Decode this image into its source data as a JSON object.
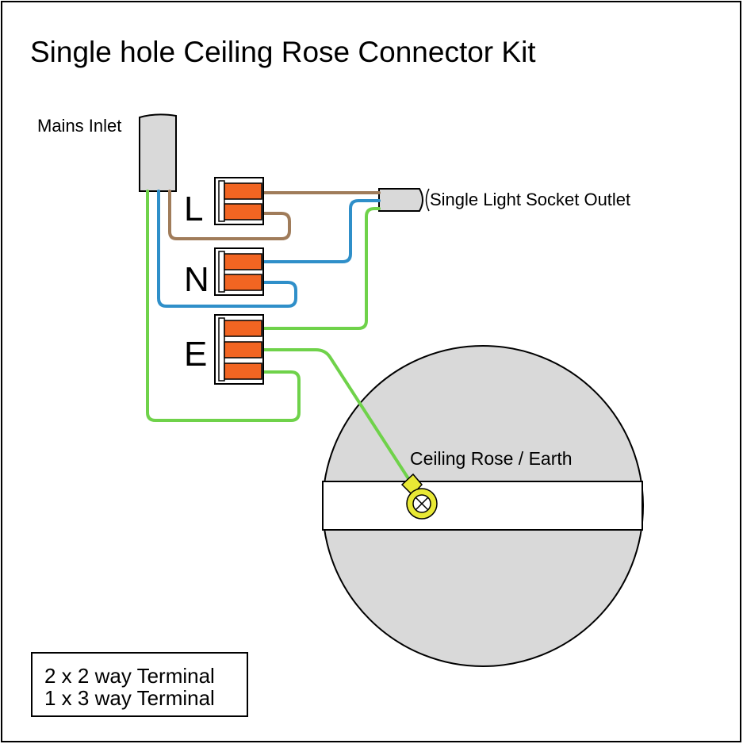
{
  "title": "Single hole Ceiling Rose Connector Kit",
  "labels": {
    "mains_inlet": "Mains Inlet",
    "light_socket_outlet": "Single Light Socket Outlet",
    "ceiling_rose_earth": "Ceiling Rose / Earth",
    "live": "L",
    "neutral": "N",
    "earth": "E"
  },
  "legend": {
    "line1": "2 x 2 way Terminal",
    "line2": "1 x 3 way Terminal"
  },
  "colors": {
    "live_wire": "#a07c5a",
    "neutral_wire": "#2f8fc9",
    "earth_wire": "#6fd24a",
    "terminal_lever": "#f26522",
    "rose_body": "#d9d9d9",
    "inlet_sleeve": "#d9d9d9",
    "earth_ring": "#e8e835"
  }
}
